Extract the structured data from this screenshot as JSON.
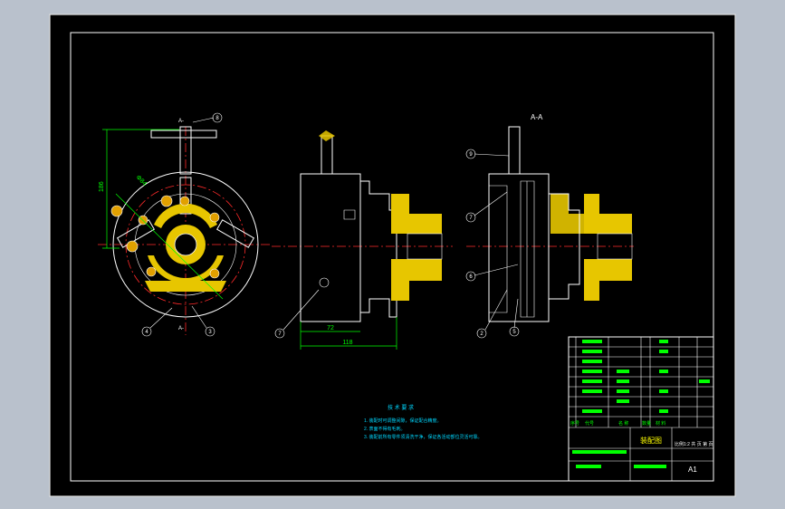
{
  "colors": {
    "outer_bg": "#b9c1cc",
    "canvas": "#000000",
    "line": "#ffffff",
    "center_line": "#ff2a2a",
    "dimension": "#00ff00",
    "hatch": "#e7c600",
    "notes": "#00d7ff",
    "title": "#ffff00"
  },
  "views": {
    "front": {
      "section_label_top": "A-",
      "section_label_bottom": "A-",
      "dim_vertical": "186",
      "dim_diagonal": "Φ84",
      "balloons": [
        "8",
        "4",
        "3"
      ]
    },
    "side": {
      "dim_inner": "72",
      "dim_outer": "118",
      "balloons": [
        "7"
      ]
    },
    "section": {
      "title": "A-A",
      "balloons": [
        "9",
        "7",
        "6",
        "5",
        "2"
      ]
    }
  },
  "notes": {
    "title": "技 术 要 求",
    "items": [
      "1. 装配时可调整间隙，保证配合精度。",
      "2. 表面不得有毛刺。",
      "3. 装配前所有零件须清洗干净，保证各活动部位灵活可靠。"
    ]
  },
  "title_block": {
    "drawing_name": "装配图",
    "scale": "A1",
    "remark": "比例1:2 共 页 第 页",
    "parts_header": [
      "序号",
      "代号",
      "名 称",
      "数量",
      "材 料"
    ]
  }
}
